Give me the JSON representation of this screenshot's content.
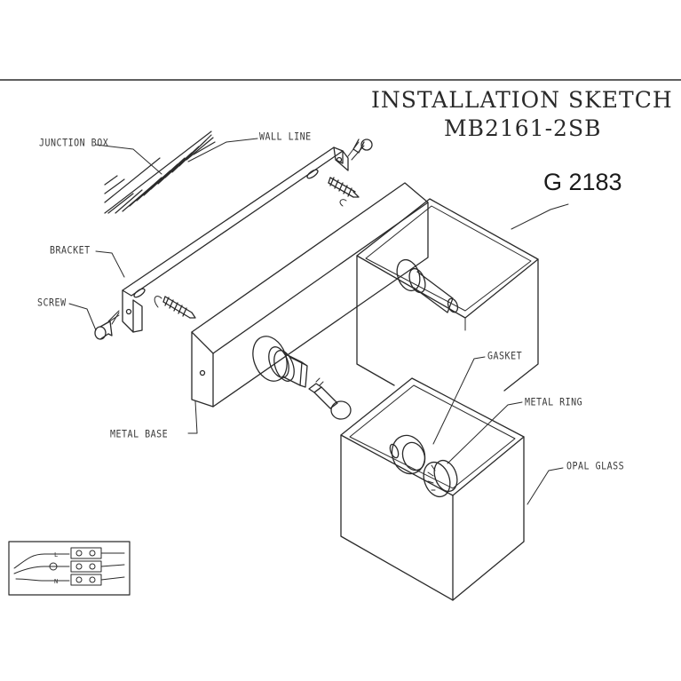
{
  "sheet": {
    "title": "INSTALLATION SKETCH",
    "model": "MB2161-2SB",
    "reference": "G 2183"
  },
  "labels": {
    "junction_box": "JUNCTION BOX",
    "wall_line": "WALL LINE",
    "bracket": "BRACKET",
    "screw": "SCREW",
    "metal_base": "METAL BASE",
    "gasket": "GASKET",
    "metal_ring": "METAL RING",
    "opal_glass": "OPAL GLASS"
  },
  "wiring": {
    "live": "L",
    "neutral": "N"
  },
  "colors": {
    "ink": "#2a2a2a",
    "paper": "#ffffff"
  }
}
